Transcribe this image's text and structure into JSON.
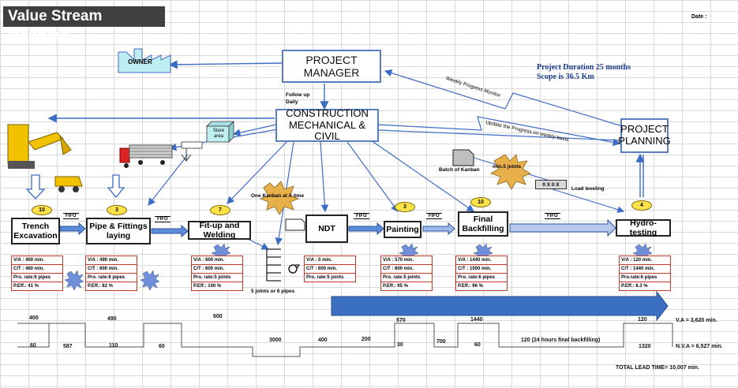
{
  "title": "Value Stream Mapping",
  "date_label": "Date :",
  "owner": "OWNER",
  "project_manager": "PROJECT MANAGER",
  "construction": "CONSTRUCTION MECHANICAL & CIVIL",
  "project_planning": "PROJECT PLANNING",
  "summary": {
    "duration": "Project Duration 25 months",
    "scope": "Scope is 36.5 Km"
  },
  "labels": {
    "followup": "Follow up Daily",
    "weekly_monitor": "Weekly Progress Monitor",
    "update_progress": "Update the Progress on weekly basis",
    "store_area": "Store area",
    "batch_kanban": "Batch of Kanban",
    "min5": "min.5 joints",
    "one_kanban": "One Kanban at A time",
    "load_leveling": "Load leveling",
    "oxox": "0 X 0 X",
    "joints6": "5 joints or 6 pipes",
    "fifo": "FIFO"
  },
  "processes": [
    {
      "name": "Trench Excavation",
      "operators": "10",
      "data": []
    },
    {
      "name": "Pipe & Fittings laying",
      "operators": "3",
      "data": [
        "V/A : 490 min.",
        "C/T : 600 min.",
        "Pro. rate:6 pipes",
        "P.Eff.: 82 %"
      ]
    },
    {
      "name": "Fit-up and Welding",
      "operators": "7",
      "data": [
        "V/A : 600 min.",
        "C/T : 600 min.",
        "Pro. rate:5 joints",
        "P.Eff.: 100 %"
      ]
    },
    {
      "name": "NDT",
      "operators": "",
      "data": [
        "V/A : 0 min.",
        "C/T : 600 min.",
        "Pro. rate:5 joints"
      ]
    },
    {
      "name": "Painting",
      "operators": "3",
      "data": [
        "V/A : 570 min.",
        "C/T : 600 min.",
        "Pro. rate:5 joints",
        "P.Eff.: 95 %"
      ]
    },
    {
      "name": "Final Backfilling",
      "operators": "10",
      "data": [
        "V/A : 1440 min.",
        "C/T : 1500 min.",
        "Pro. rate:6 pipes",
        "P.Eff.: 96 %"
      ]
    },
    {
      "name": "Hydro-testing",
      "operators": "4",
      "data": [
        "V/A : 120 min.",
        "C/T : 1440 min.",
        "Pro.rate:6 pipes",
        "P.Eff.: 8.3 %"
      ]
    }
  ],
  "trench_data": [
    "V/A : 400 min.",
    "C/T : 460 min.",
    "Pro. rate:6 pipes",
    "P.Eff.: 41 %"
  ],
  "timeline": {
    "va": [
      "400",
      "490",
      "600",
      "570",
      "1440",
      "120"
    ],
    "nva": [
      "60",
      "587",
      "110",
      "60",
      "3000",
      "400",
      "200",
      "30",
      "700",
      "60",
      "120 (24 hours final backfilling)",
      "1320"
    ],
    "va_total": "V.A = 3,620 min.",
    "nva_total": "N.V.A = 6,527 min.",
    "lead_time": "TOTAL LEAD TIME= 10,007 min."
  },
  "colors": {
    "arrow": "#3d6cc4",
    "title_bg": "#3f3f3f",
    "burst": "#6f8fd8",
    "yellow_burst": "#e8b04a"
  }
}
